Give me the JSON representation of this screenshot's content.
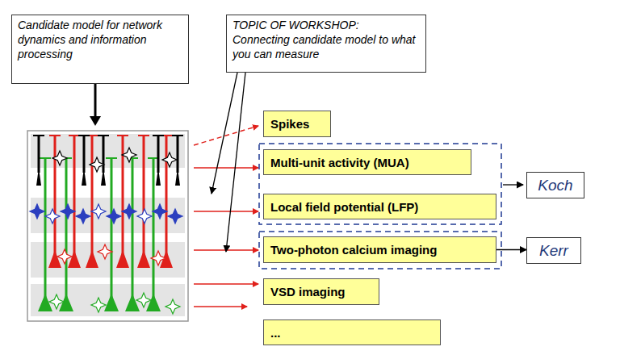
{
  "diagram": {
    "nodes": [
      {
        "text": [
          "Candidate model for network dynamics and information processing"
        ]
      },
      {
        "text": [
          "TOPIC OF WORKSHOP:",
          "Connecting candidate model to what you can measure"
        ]
      },
      {
        "text": [
          "Spikes"
        ]
      },
      {
        "text": [
          "Multi-unit activity (MUA)"
        ]
      },
      {
        "text": [
          "Local field potential (LFP)"
        ]
      },
      {
        "text": [
          "Koch"
        ]
      },
      {
        "text": [
          "Two-photon calcium imaging"
        ]
      },
      {
        "text": [
          "Kerr"
        ]
      },
      {
        "text": [
          "VSD imaging"
        ]
      },
      {
        "text": [
          "..."
        ]
      }
    ],
    "edges": [
      {
        "from": 6,
        "to": 7,
        "arrow": "to"
      }
    ]
  }
}
